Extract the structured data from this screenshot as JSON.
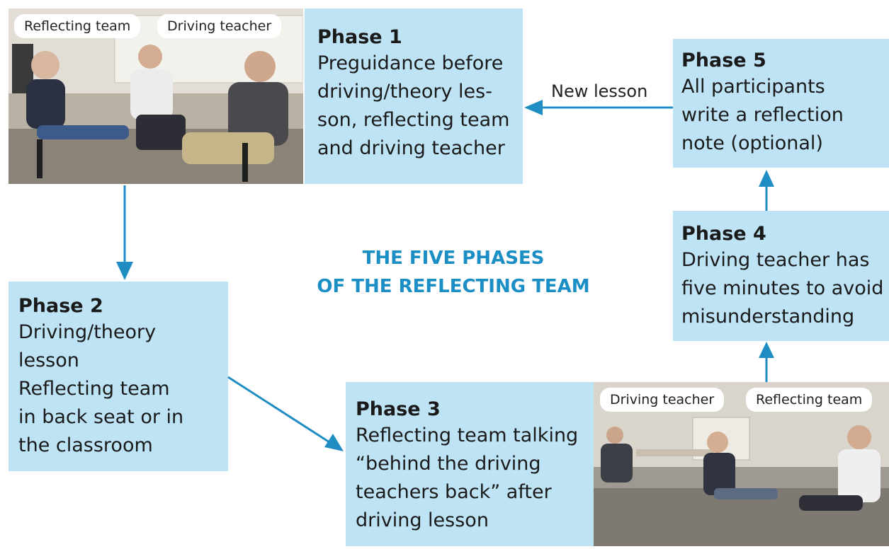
{
  "title": "THE FIVE PHASES\nOF THE REFLECTING TEAM",
  "arrow_label": "New lesson",
  "colors": {
    "box": "#bde3f5",
    "accent": "#1b8ec5",
    "arrow": "#1f8dc4"
  },
  "photo1": {
    "labels": [
      "Reflecting team",
      "Driving teacher"
    ]
  },
  "photo2": {
    "labels": [
      "Driving teacher",
      "Reflecting team"
    ]
  },
  "phases": {
    "p1": {
      "title": "Phase 1",
      "text": "Preguidance before\ndriving/theory les-\nson, reflecting team\nand driving teacher"
    },
    "p2": {
      "title": "Phase 2",
      "text": "Driving/theory\nlesson\nReflecting team\nin back seat or in\nthe classroom"
    },
    "p3": {
      "title": "Phase 3",
      "text": "Reflecting team talking\n“behind the driving\nteachers back” after\ndriving lesson"
    },
    "p4": {
      "title": "Phase 4",
      "text": "Driving teacher has\nfive minutes to avoid\nmisunderstanding"
    },
    "p5": {
      "title": "Phase 5",
      "text": "All participants\nwrite a reflection\nnote (optional)"
    }
  }
}
